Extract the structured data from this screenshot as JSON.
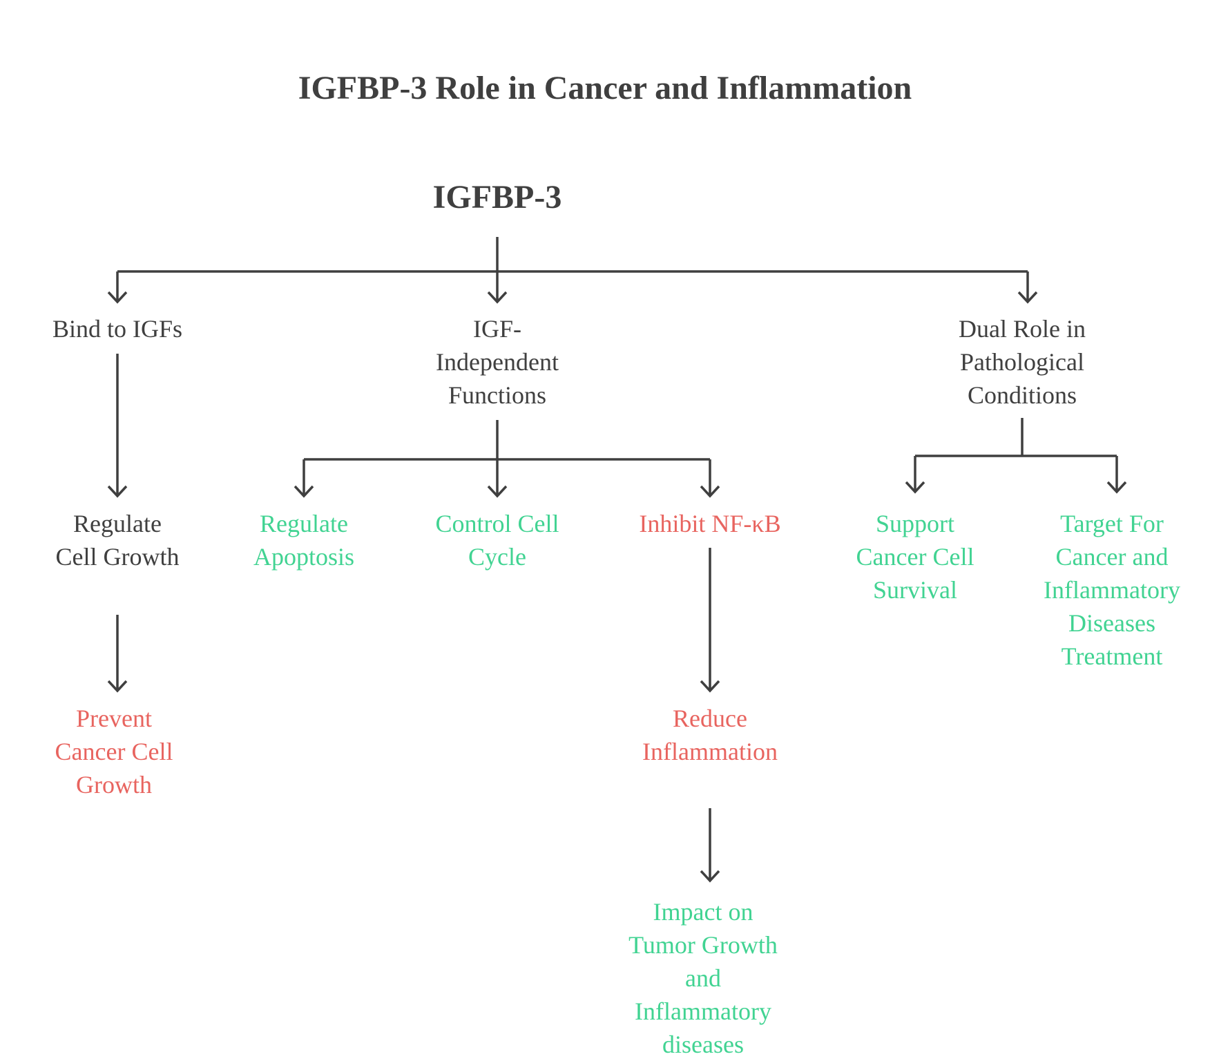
{
  "diagram": {
    "title": "IGFBP-3 Role in Cancer and Inflammation",
    "root": "IGFBP-3",
    "nodes": {
      "bind_igfs": "Bind to IGFs",
      "igf_independent": "IGF-\nIndependent\nFunctions",
      "dual_role": "Dual Role in\nPathological\nConditions",
      "regulate_growth": "Regulate\nCell Growth",
      "regulate_apoptosis": "Regulate\nApoptosis",
      "control_cycle": "Control Cell\nCycle",
      "inhibit_nfkb": "Inhibit NF-κB",
      "support_survival": "Support\nCancer Cell\nSurvival",
      "target_treatment": "Target For\nCancer and\nInflammatory\nDiseases\nTreatment",
      "prevent_growth": "Prevent\nCancer Cell\nGrowth",
      "reduce_inflammation": "Reduce\nInflammation",
      "impact_tumor": "Impact on\nTumor Growth\nand\nInflammatory\ndiseases"
    },
    "colors": {
      "neutral": "#3f3f3f",
      "positive": "#41d392",
      "negative": "#e8645f"
    }
  }
}
